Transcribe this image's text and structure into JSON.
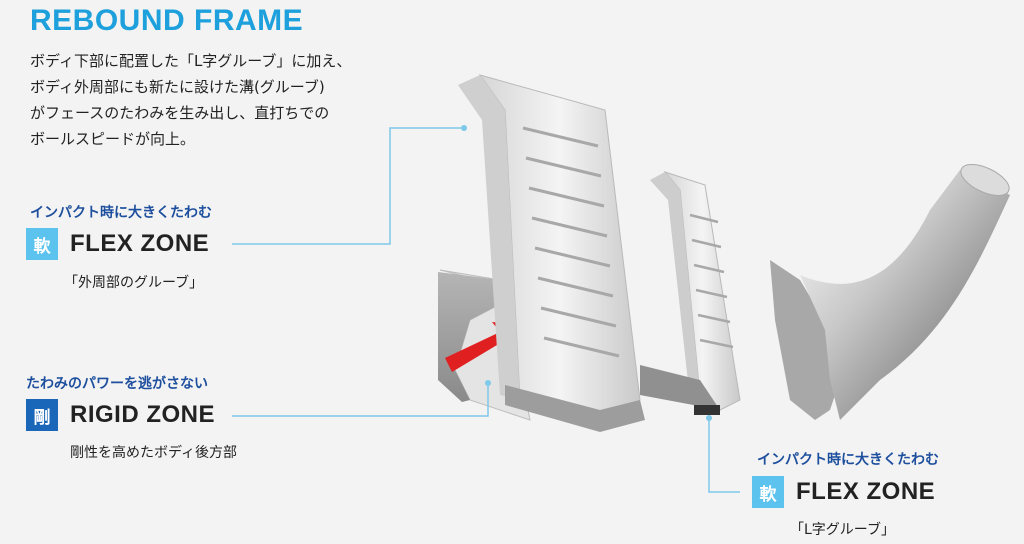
{
  "title": "REBOUND FRAME",
  "description": [
    "ボディ下部に配置した「L字グルーブ」に加え、",
    "ボディ外周部にも新たに設けた溝(グルーブ)",
    "がフェースのたわみを生み出し、直打ちでの",
    "ボールスピードが向上。"
  ],
  "callouts": {
    "flex_outer": {
      "tag": "インパクト時に大きくたわむ",
      "kanji": "軟",
      "zone": "FLEX ZONE",
      "sub": "「外周部のグルーブ」"
    },
    "rigid": {
      "tag": "たわみのパワーを逃がさない",
      "kanji": "剛",
      "zone": "RIGID ZONE",
      "sub": "剛性を高めたボディ後方部"
    },
    "flex_l": {
      "tag": "インパクト時に大きくたわむ",
      "kanji": "軟",
      "zone": "FLEX ZONE",
      "sub": "「L字グルーブ」"
    }
  },
  "colors": {
    "title_blue": "#1ea0dc",
    "tag_navy": "#1d4f9e",
    "soft_badge": "#5bc3ee",
    "hard_badge": "#1a66b8",
    "accent_red": "#e02020"
  }
}
